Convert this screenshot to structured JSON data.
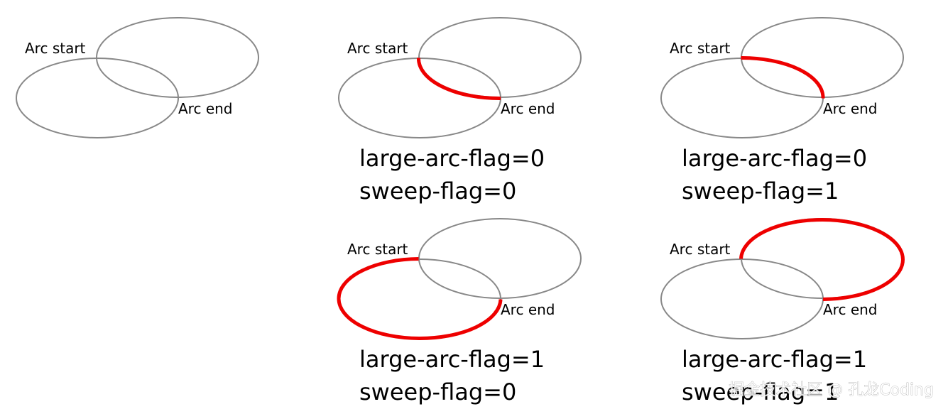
{
  "labels": {
    "arc_start": "Arc start",
    "arc_end": "Arc end"
  },
  "panels": [
    {
      "id": "base",
      "flag_line1": "",
      "flag_line2": "",
      "large_arc_flag": null,
      "sweep_flag": null
    },
    {
      "id": "f00",
      "flag_line1": "large-arc-flag=0",
      "flag_line2": "sweep-flag=0",
      "large_arc_flag": 0,
      "sweep_flag": 0
    },
    {
      "id": "f01",
      "flag_line1": "large-arc-flag=0",
      "flag_line2": "sweep-flag=1",
      "large_arc_flag": 0,
      "sweep_flag": 1
    },
    {
      "id": "f10",
      "flag_line1": "large-arc-flag=1",
      "flag_line2": "sweep-flag=0",
      "large_arc_flag": 1,
      "sweep_flag": 0
    },
    {
      "id": "f11",
      "flag_line1": "large-arc-flag=1",
      "flag_line2": "sweep-flag=1",
      "large_arc_flag": 1,
      "sweep_flag": 1
    }
  ],
  "colors": {
    "ellipse_stroke": "#888888",
    "arc_highlight": "#ee0000",
    "text": "#000000"
  },
  "watermark": "掘金技术社区 @ 孔龙Coding"
}
